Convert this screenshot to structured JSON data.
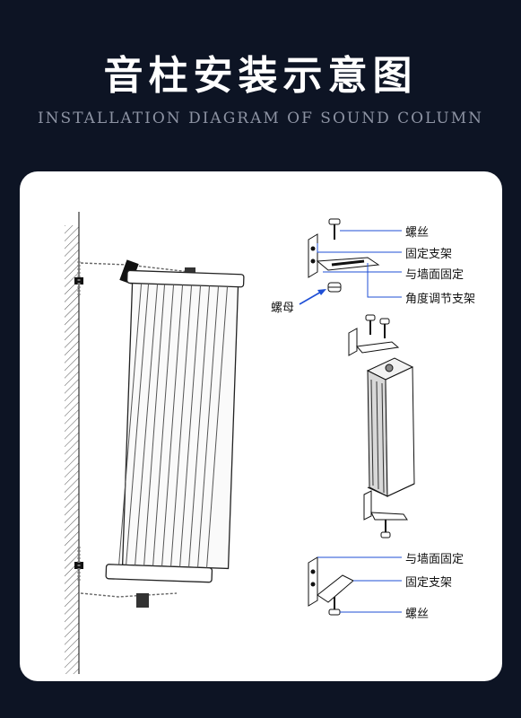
{
  "header": {
    "title": "音柱安装示意图",
    "subtitle": "INSTALLATION DIAGRAM OF SOUND COLUMN"
  },
  "top_callouts": {
    "screw": "螺丝",
    "fixed_bracket": "固定支架",
    "wall_fixed": "与墙面固定",
    "angle_bracket": "角度调节支架",
    "nut": "螺母"
  },
  "bottom_callouts": {
    "wall_fixed": "与墙面固定",
    "fixed_bracket": "固定支架",
    "screw": "螺丝"
  },
  "colors": {
    "background": "#0d1424",
    "card": "#ffffff",
    "callout_line": "#1f4fd6",
    "ink": "#111111"
  }
}
